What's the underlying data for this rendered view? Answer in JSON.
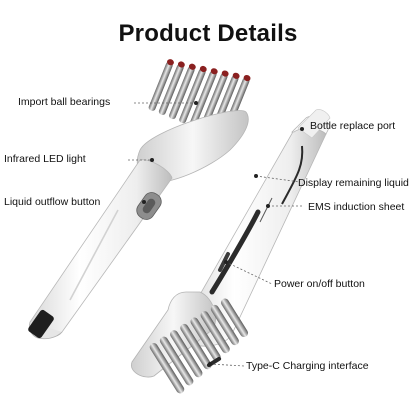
{
  "title": "Product Details",
  "callouts": [
    {
      "id": "ball-bearings",
      "label": "Import ball bearings"
    },
    {
      "id": "led-light",
      "label": "Infrared LED light"
    },
    {
      "id": "outflow-button",
      "label": "Liquid outflow button"
    },
    {
      "id": "replace-port",
      "label": "Bottle replace port"
    },
    {
      "id": "remaining-liquid",
      "label": "Display remaining liquid"
    },
    {
      "id": "ems-sheet",
      "label": "EMS induction sheet"
    },
    {
      "id": "power-button",
      "label": "Power on/off button"
    },
    {
      "id": "charging",
      "label": "Type-C Charging interface"
    }
  ],
  "colors": {
    "body": "#f4f4f4",
    "led": "#d8262a",
    "text": "#111111",
    "accent": "#2b2b2b"
  }
}
